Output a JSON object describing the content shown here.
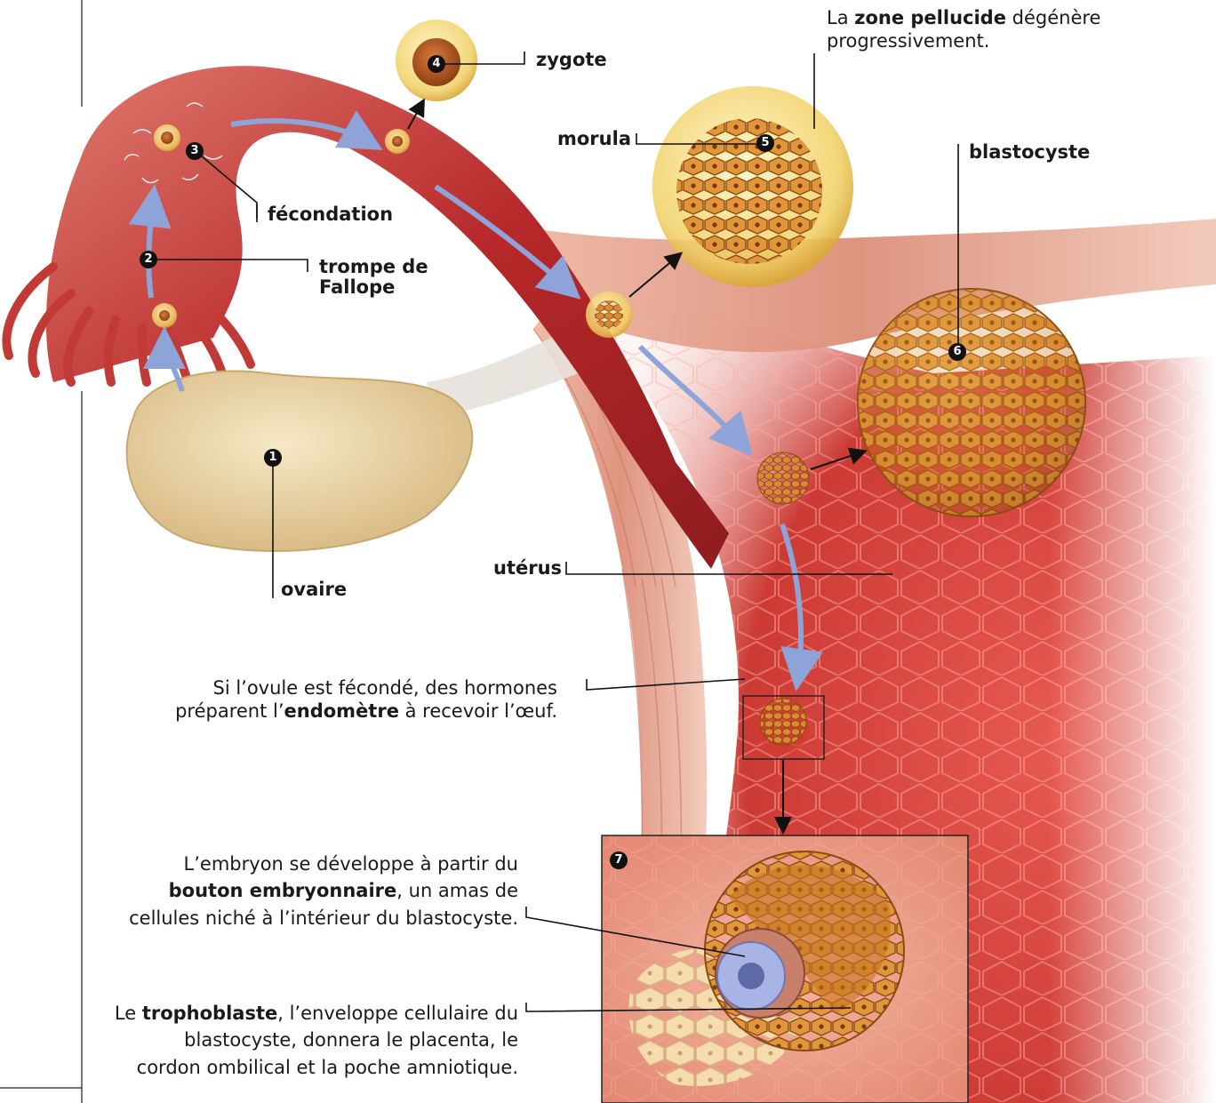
{
  "labels": {
    "zygote": "zygote",
    "zone_pellucide_prefix": "La ",
    "zone_pellucide_bold": "zone pellucide",
    "zone_pellucide_suffix": " dégénère",
    "zone_pellucide_line2": "progressivement.",
    "morula": "morula",
    "blastocyste": "blastocyste",
    "fecondation": "fécondation",
    "trompe_line1": "trompe de",
    "trompe_line2": "Fallope",
    "ovaire": "ovaire",
    "uterus": "utérus",
    "endometre_line1": "Si l’ovule est fécondé, des hormones",
    "endometre_line2_prefix": "préparent l’",
    "endometre_line2_bold": "endomètre",
    "endometre_line2_suffix": " à recevoir l’œuf.",
    "embryon_line1": "L’embryon se développe à partir du",
    "embryon_line2_bold": "bouton embryonnaire",
    "embryon_line2_suffix": ", un amas de",
    "embryon_line3": "cellules niché à l’intérieur du blastocyste.",
    "tropho_line1_prefix": "Le ",
    "tropho_line1_bold": "trophoblaste",
    "tropho_line1_suffix": ", l’enveloppe cellulaire du",
    "tropho_line2": "blastocyste, donnera le placenta, le",
    "tropho_line3": "cordon ombilical et la poche amniotique."
  },
  "steps": [
    "1",
    "2",
    "3",
    "4",
    "5",
    "6",
    "7"
  ],
  "colors": {
    "tube": "#b8302c",
    "tube_light": "#e8817a",
    "uterus": "#d3463f",
    "muscle": "#e6a28f",
    "ovary": "#e9d4a6",
    "cell_gold": "#e7c25b",
    "blastocyst": "#d48a2c",
    "arrow_blue": "#8ea3d8",
    "embryo_blue": "#a9b4e6"
  }
}
